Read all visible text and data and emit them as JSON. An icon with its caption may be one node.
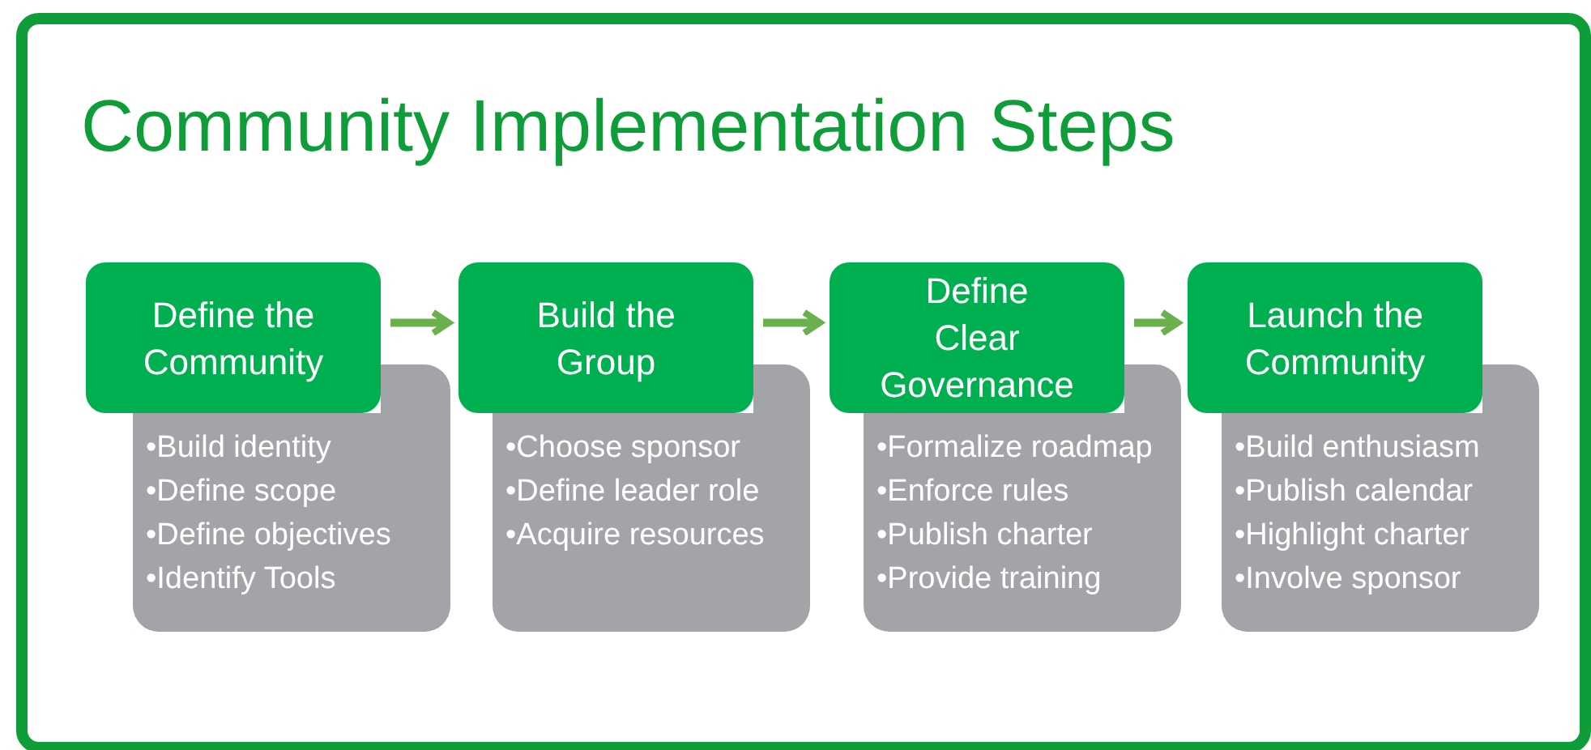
{
  "diagram": {
    "title": "Community Implementation Steps",
    "nodes": [
      {
        "text": [
          "Define the Community"
        ]
      },
      {
        "text": [
          "•Build identity",
          "•Define scope",
          "•Define objectives",
          "•Identify Tools"
        ]
      },
      {
        "text": [
          "Build the Group"
        ]
      },
      {
        "text": [
          "•Choose sponsor",
          "•Define leader role",
          "•Acquire resources"
        ]
      },
      {
        "text": [
          "Define Clear Governance"
        ]
      },
      {
        "text": [
          "•Formalize roadmap",
          "•Enforce rules",
          "•Publish charter",
          "•Provide training"
        ]
      },
      {
        "text": [
          "Launch the Community"
        ]
      },
      {
        "text": [
          "•Build enthusiasm",
          "•Publish calendar",
          "•Highlight charter",
          "•Involve sponsor"
        ]
      }
    ],
    "edges": [
      {
        "from": 0,
        "to": 2,
        "arrow": "to"
      },
      {
        "from": 2,
        "to": 4,
        "arrow": "to"
      },
      {
        "from": 4,
        "to": 6,
        "arrow": "to"
      }
    ]
  }
}
